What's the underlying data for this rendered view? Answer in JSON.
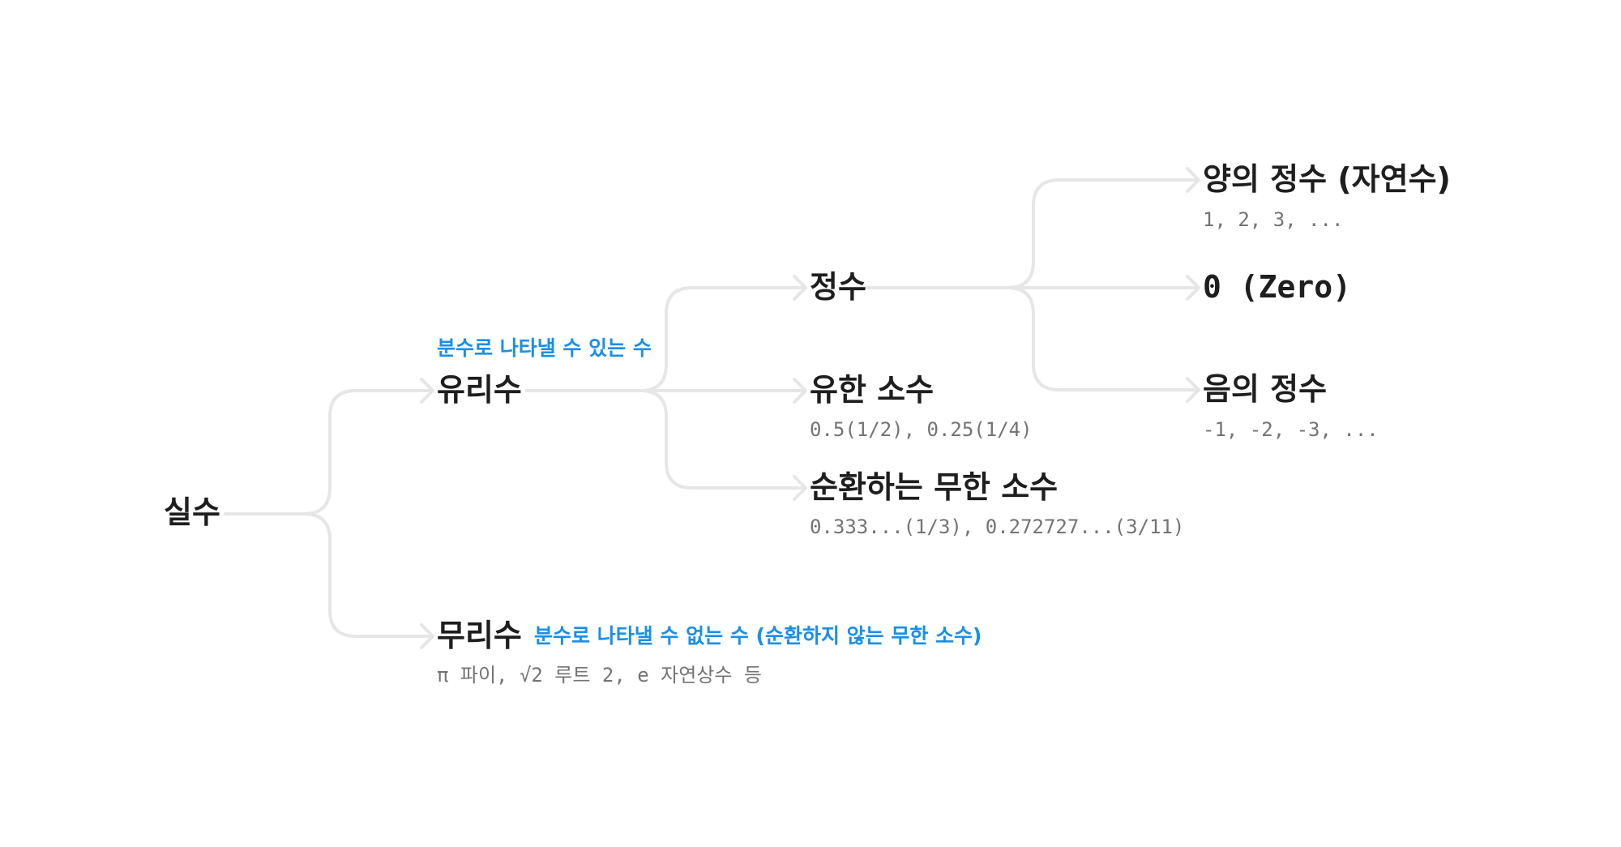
{
  "diagram": {
    "nodes": {
      "real": {
        "label": "실수"
      },
      "rational": {
        "label": "유리수",
        "note": "분수로 나타낼 수 있는 수"
      },
      "irrational": {
        "label": "무리수",
        "note": "분수로 나타낼 수 없는 수 (순환하지 않는 무한 소수)",
        "examples": "π 파이, √2 루트 2, e 자연상수 등"
      },
      "integer": {
        "label": "정수"
      },
      "finite_decimal": {
        "label": "유한 소수",
        "examples": "0.5(1/2), 0.25(1/4)"
      },
      "repeating_decimal": {
        "label": "순환하는 무한 소수",
        "examples": "0.333...(1/3), 0.272727...(3/11)"
      },
      "positive_integer": {
        "label": "양의 정수 (자연수)",
        "examples": "1, 2, 3, ..."
      },
      "zero": {
        "label": "0 (Zero)"
      },
      "negative_integer": {
        "label": "음의 정수",
        "examples": "-1, -2, -3, ..."
      }
    },
    "colors": {
      "connector": "#e6e6e6",
      "node_text": "#1e1e1e",
      "note_text": "#1a8fe8",
      "example_text": "#737373",
      "background": "#ffffff"
    }
  }
}
